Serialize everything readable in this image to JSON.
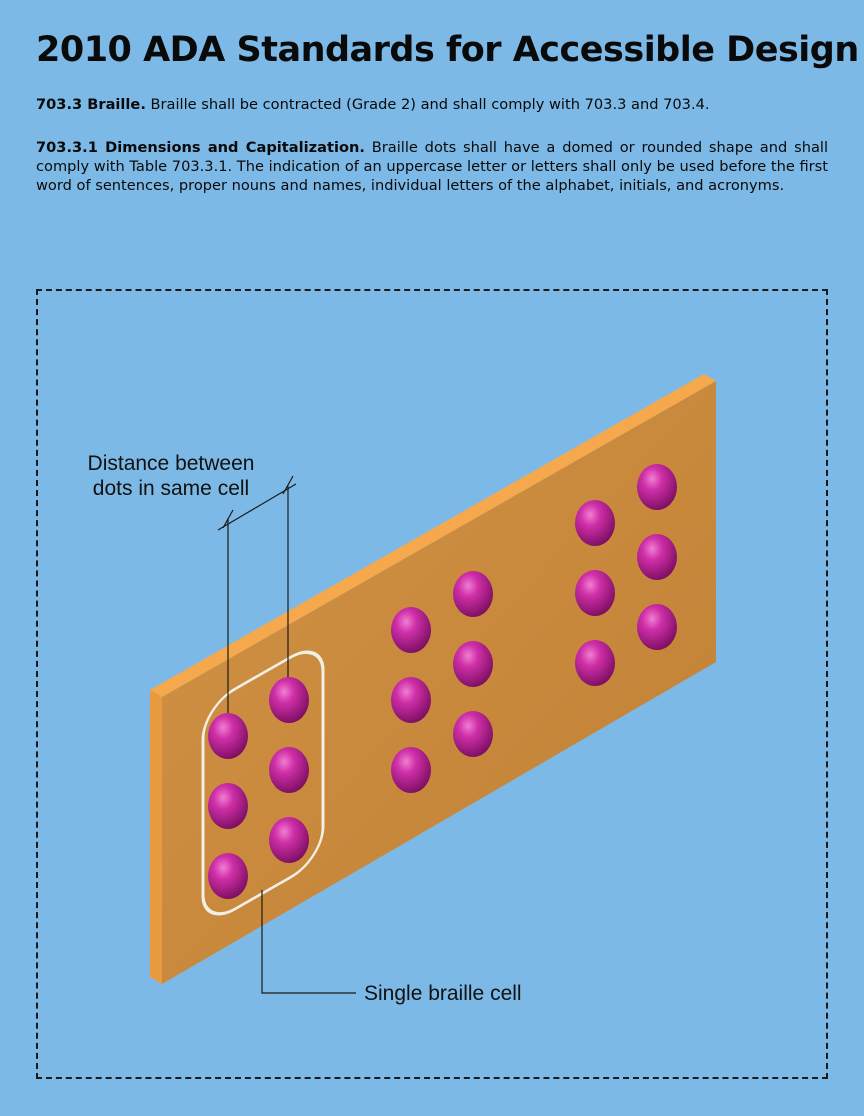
{
  "title": "2010 ADA Standards for Accessible Design",
  "sections": [
    {
      "heading": "703.3 Braille.",
      "text": "Braille shall be contracted (Grade 2) and shall comply with 703.3 and 703.4."
    },
    {
      "heading": "703.3.1 Dimensions and Capitalization.",
      "text": "Braille dots shall have a domed or rounded shape and shall comply with Table 703.3.1. The indication of an uppercase letter or letters shall only be used before the first word of sentences, proper nouns and names, individual letters of the alphabet, initials, and acronyms."
    }
  ],
  "diagram": {
    "callout_distance": "Distance between dots in same cell",
    "callout_cell": "Single braille cell",
    "colors": {
      "background": "#7db9e6",
      "plate_face": "#c98a3c",
      "plate_top": "#f5a84a",
      "plate_side": "#e79a3e",
      "dot": "#c0269a",
      "cell_outline": "#f2efe6"
    }
  }
}
